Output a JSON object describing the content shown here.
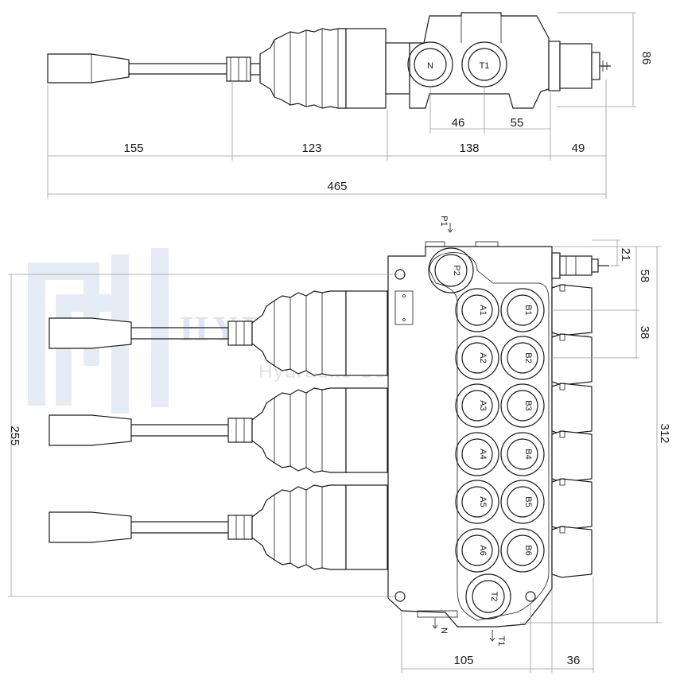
{
  "watermark": {
    "brand": "HYDROTECHNIK24",
    "tagline": "Hydraulic Components"
  },
  "top_view": {
    "dimensions": {
      "handle_to_nut": "155",
      "boot": "123",
      "body": "138",
      "cap": "49",
      "overall": "465",
      "n_offset": "46",
      "t1_offset": "55",
      "height": "86"
    },
    "ports": {
      "n": "N",
      "t1": "T1"
    }
  },
  "bottom_view": {
    "dimensions": {
      "top_fitting": "21",
      "first_port": "58",
      "port_pitch": "38",
      "levers_span": "255",
      "overall_height": "312",
      "body_width": "105",
      "cap_width": "36"
    },
    "ports": {
      "p2": "P2",
      "t2": "T2",
      "a": [
        "A1",
        "A2",
        "A3",
        "A4",
        "A5",
        "A6"
      ],
      "b": [
        "B1",
        "B2",
        "B3",
        "B4",
        "B5",
        "B6"
      ]
    },
    "flow_labels": {
      "p1": "P1",
      "n": "N",
      "t1": "T1"
    }
  },
  "colors": {
    "line": "#1a1a1a",
    "dimension": "#9a9a9a",
    "watermark": "#dfe6f2"
  }
}
